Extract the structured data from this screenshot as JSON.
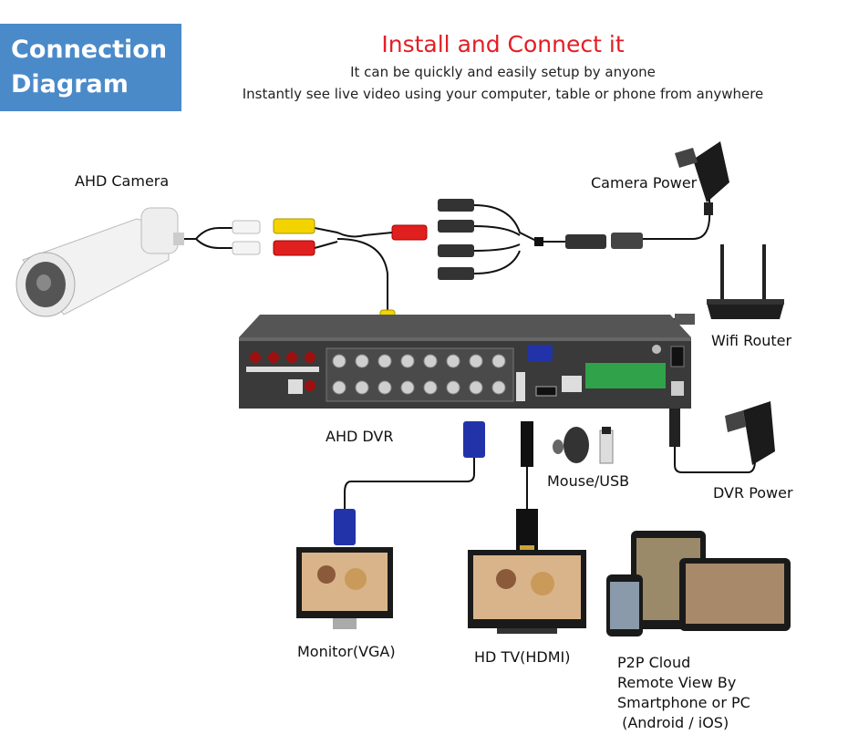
{
  "badge": {
    "line1": "Connection",
    "line2": "Diagram"
  },
  "header": {
    "title": "Install and Connect it",
    "line1": "It can be quickly and easily setup by anyone",
    "line2": "Instantly see live video using your computer, table or phone from anywhere"
  },
  "labels": {
    "ahd_camera": "AHD Camera",
    "camera_power": "Camera Power",
    "wifi_router": "Wifi Router",
    "ahd_dvr": "AHD DVR",
    "mouse_usb": "Mouse/USB",
    "dvr_power": "DVR Power",
    "monitor_vga": "Monitor(VGA)",
    "hd_tv_hdmi": "HD TV(HDMI)",
    "p2p_line1": "P2P Cloud",
    "p2p_line2": "Remote View By",
    "p2p_line3": "Smartphone or PC",
    "p2p_line4": " (Android / iOS)"
  },
  "colors": {
    "badge_bg": "#4a8ac9",
    "title_red": "#e31e24",
    "cable": "#111111",
    "rca_yellow": "#f3d400",
    "rca_red": "#e0201e",
    "vga_blue": "#2233aa",
    "dvr_body": "#3a3a3a"
  }
}
